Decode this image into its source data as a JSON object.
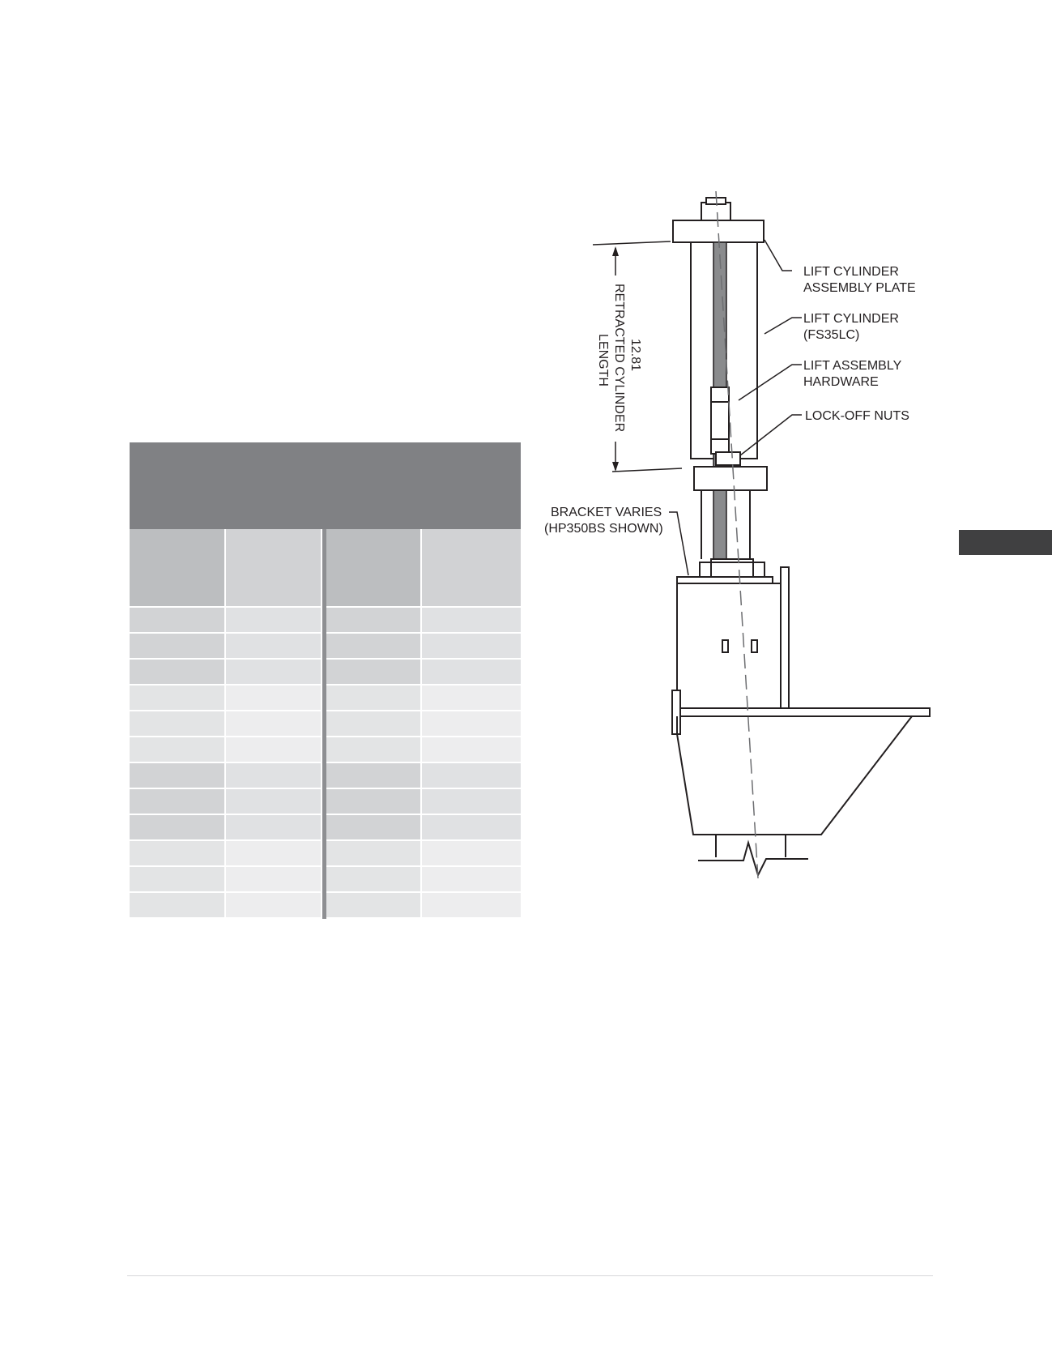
{
  "diagram": {
    "dimension": {
      "value": "12.81",
      "line1": "RETRACTED CYLINDER",
      "line2": "LENGTH"
    },
    "callouts": {
      "plate": {
        "line1": "LIFT CYLINDER",
        "line2": "ASSEMBLY PLATE"
      },
      "cylinder": {
        "line1": "LIFT CYLINDER",
        "line2": "(FS35LC)"
      },
      "hardware": {
        "line1": "LIFT ASSEMBLY",
        "line2": "HARDWARE"
      },
      "nuts": {
        "line1": "LOCK-OFF NUTS"
      },
      "bracket": {
        "line1": "BRACKET VARIES",
        "line2": "(HP350BS SHOWN)"
      }
    }
  },
  "table": {
    "columns": 4,
    "body_row_shades": [
      [
        "#d2d3d5",
        "#e0e1e3",
        "#d2d3d5",
        "#e0e1e3"
      ],
      [
        "#d2d3d5",
        "#e0e1e3",
        "#d2d3d5",
        "#e0e1e3"
      ],
      [
        "#d2d3d5",
        "#e0e1e3",
        "#d2d3d5",
        "#e0e1e3"
      ],
      [
        "#e3e4e5",
        "#ededee",
        "#e3e4e5",
        "#ededee"
      ],
      [
        "#e3e4e5",
        "#ededee",
        "#e3e4e5",
        "#ededee"
      ],
      [
        "#e3e4e5",
        "#ededee",
        "#e3e4e5",
        "#ededee"
      ],
      [
        "#d2d3d5",
        "#e0e1e3",
        "#d2d3d5",
        "#e0e1e3"
      ],
      [
        "#d2d3d5",
        "#e0e1e3",
        "#d2d3d5",
        "#e0e1e3"
      ],
      [
        "#d2d3d5",
        "#e0e1e3",
        "#d2d3d5",
        "#e0e1e3"
      ],
      [
        "#e3e4e5",
        "#ededee",
        "#e3e4e5",
        "#ededee"
      ],
      [
        "#e3e4e5",
        "#ededee",
        "#e3e4e5",
        "#ededee"
      ],
      [
        "#e3e4e5",
        "#ededee",
        "#e3e4e5",
        "#ededee"
      ]
    ]
  },
  "colors": {
    "header_band": "#808184",
    "column_head_dark": "#bcbec0",
    "column_head_light": "#d1d2d4",
    "side_tab": "#404041",
    "line_art": "#231f20"
  }
}
